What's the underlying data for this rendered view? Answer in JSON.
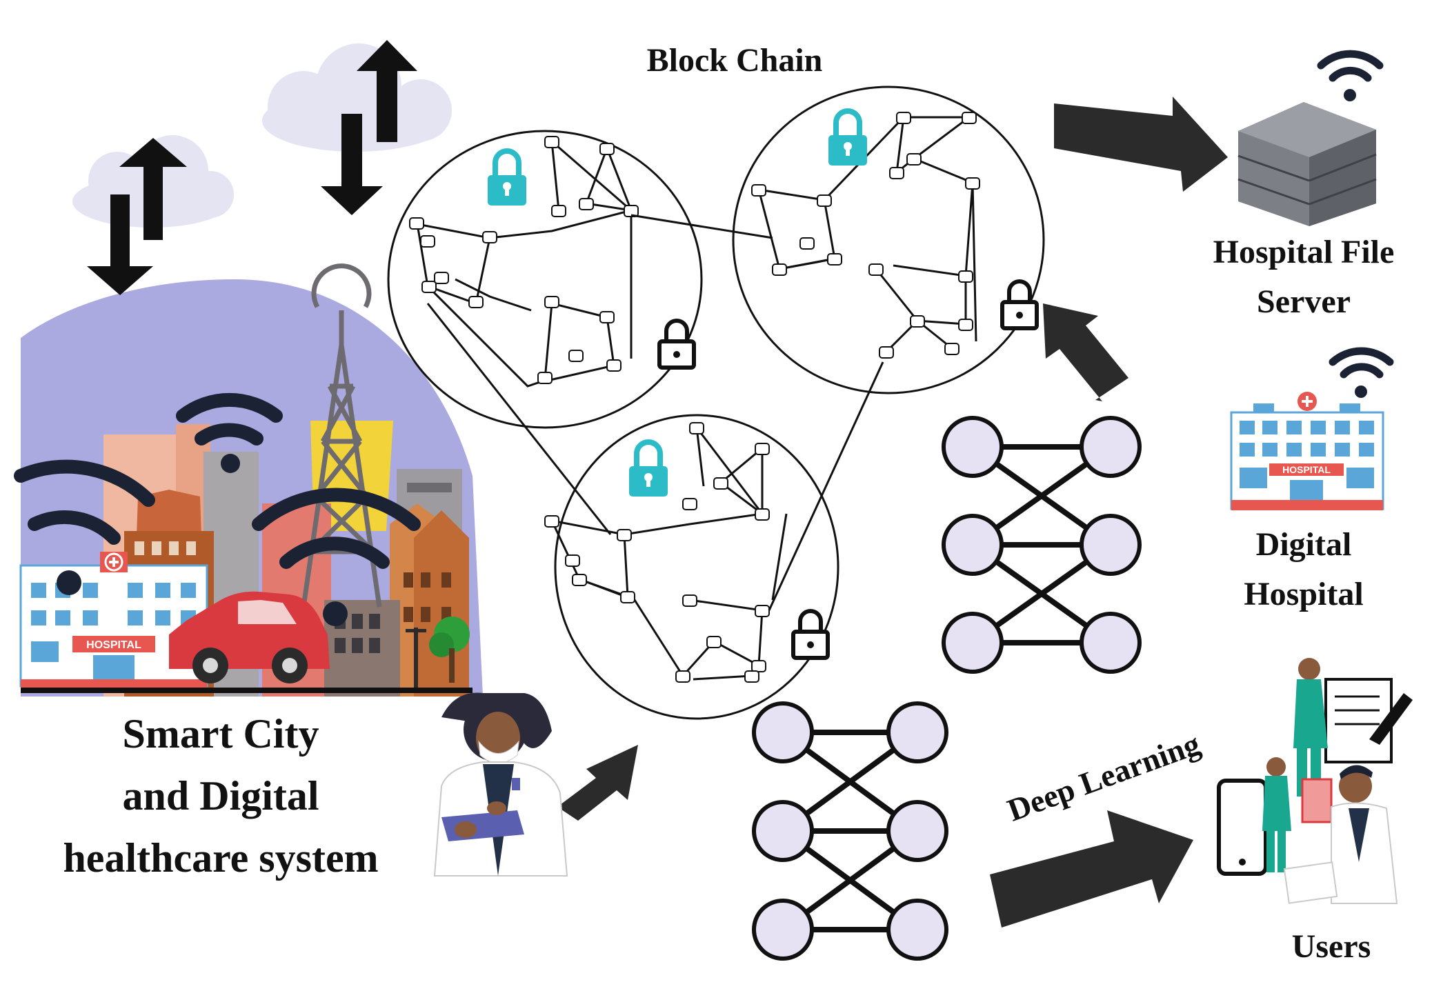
{
  "labels": {
    "block_chain": "Block Chain",
    "hospital_file_server_line1": "Hospital File",
    "hospital_file_server_line2": "Server",
    "digital_hospital_line1": "Digital",
    "digital_hospital_line2": "Hospital",
    "smart_city_line1": "Smart City",
    "smart_city_line2": "and Digital",
    "smart_city_line3": "healthcare system",
    "deep_learning": "Deep Learning",
    "users": "Users",
    "hospital_sign": "HOSPITAL"
  },
  "colors": {
    "ink": "#111111",
    "arrow": "#2b2b2b",
    "city_sky": "#aaa9e0",
    "cloud": "#e5e4f3",
    "lock_teal": "#2bbcc8",
    "node_fill": "#e6e1f3",
    "hospital_blue": "#5aa6d8",
    "hospital_red": "#e8574f",
    "car_red": "#d83a3f",
    "server_gray": "#7d7f86",
    "nurse_teal": "#1aa78f"
  },
  "icons": [
    "cloud-icon",
    "up-down-arrow-icon",
    "wifi-icon",
    "lock-icon",
    "padlock-icon",
    "chain-link-icon",
    "server-icon",
    "hospital-icon",
    "doctor-icon",
    "users-icon",
    "neural-network-icon",
    "arrow-icon"
  ]
}
